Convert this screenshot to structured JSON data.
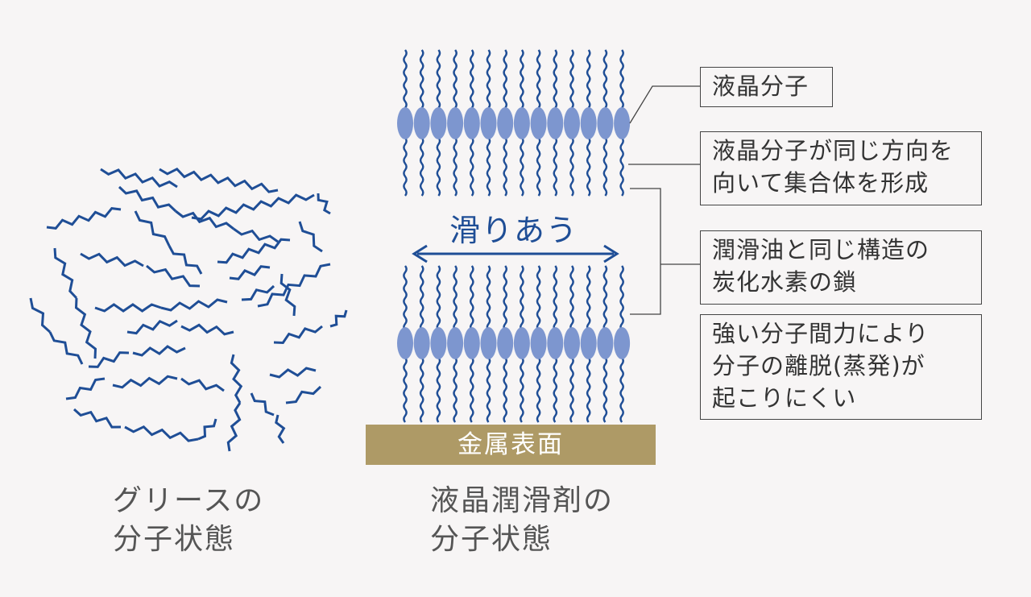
{
  "diagram": {
    "slide_label": "滑りあう",
    "metal_surface": "金属表面",
    "callouts": [
      "液晶分子",
      "液晶分子が同じ方向を\n向いて集合体を形成",
      "潤滑油と同じ構造の\n炭化水素の鎖",
      "強い分子間力により\n分子の離脱(蒸発)が\n起こりにくい"
    ],
    "captions": {
      "grease": "グリースの\n分子状態",
      "liquid_crystal": "液晶潤滑剤の\n分子状態"
    }
  },
  "colors": {
    "chain": "#1f4e96",
    "molecule": "#7d96cf",
    "metal": "#ae9a66",
    "line": "#444444"
  }
}
